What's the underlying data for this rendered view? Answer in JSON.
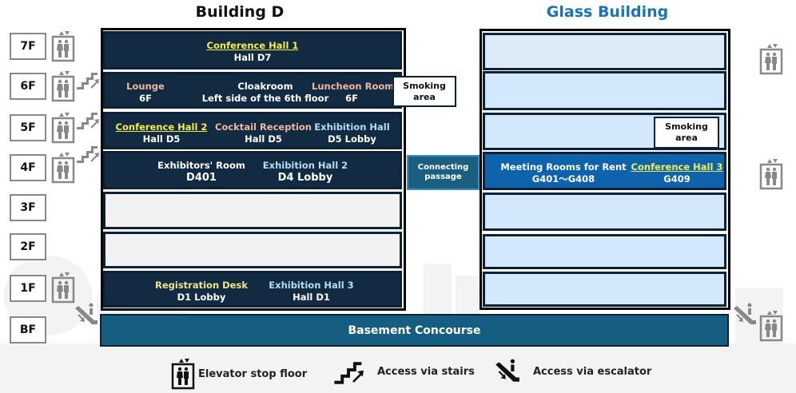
{
  "buildings": {
    "d": {
      "title": "Building D"
    },
    "glass": {
      "title": "Glass Building"
    }
  },
  "floors": [
    "7F",
    "6F",
    "5F",
    "4F",
    "3F",
    "2F",
    "1F",
    "BF"
  ],
  "building_d": {
    "f7": {
      "c1": {
        "name": "Conference Hall 1",
        "sub": "Hall D7"
      }
    },
    "f6": {
      "c1": {
        "name": "Lounge",
        "sub": "6F"
      },
      "c2": {
        "name": "Cloakroom",
        "sub": "Left side of the 6th floor"
      },
      "c3": {
        "name": "Luncheon Room",
        "sub": "6F"
      },
      "smoking": "Smoking area"
    },
    "f5": {
      "c1": {
        "name": "Conference Hall 2",
        "sub": "Hall D5"
      },
      "c2": {
        "name": "Cocktail Reception",
        "sub": "Hall D5"
      },
      "c3": {
        "name": "Exhibition Hall",
        "sub": "D5 Lobby"
      }
    },
    "f4": {
      "c1": {
        "name": "Exhibitors' Room",
        "sub": "D401"
      },
      "c2": {
        "name": "Exhibition Hall 2",
        "sub": "D4 Lobby"
      }
    },
    "f1": {
      "c1": {
        "name": "Registration Desk",
        "sub": "D1 Lobby"
      },
      "c2": {
        "name": "Exhibition Hall 3",
        "sub": "Hall D1"
      }
    }
  },
  "glass_building": {
    "f5": {
      "smoking": "Smoking area"
    },
    "f4": {
      "c1": {
        "name": "Meeting Rooms for Rent",
        "sub": "G401〜G408"
      },
      "c2": {
        "name": "Conference Hall 3",
        "sub": "G409"
      }
    }
  },
  "connecting_passage": "Connecting passage",
  "basement": "Basement Concourse",
  "legend": {
    "elevator": "Elevator stop floor",
    "stairs": "Access via stairs",
    "escalator": "Access via escalator"
  },
  "colors": {
    "dark_floor": "#122a42",
    "empty_floor": "#f2f2f2",
    "glass_floor": "#d3e8fb",
    "glass_active": "#0f63ad",
    "basement": "#165e81",
    "title_glass": "#1a73b8",
    "conference_highlight": "#f5ee4a"
  }
}
